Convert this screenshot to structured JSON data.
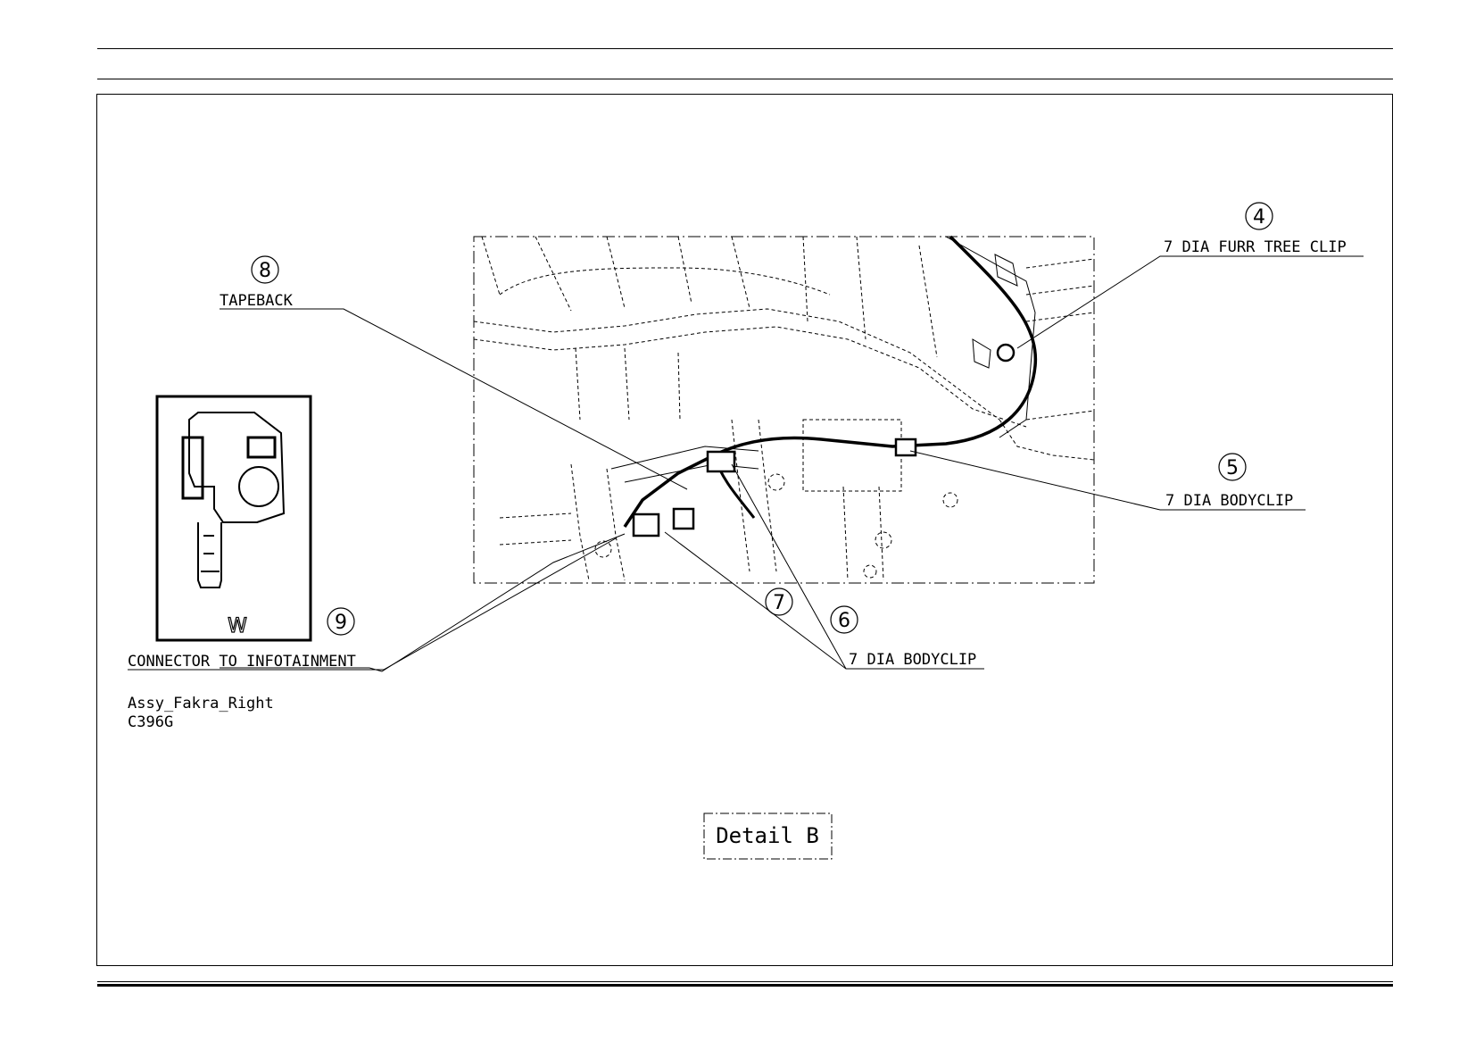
{
  "callouts": [
    {
      "number": "4",
      "label": "7 DIA FURR TREE CLIP"
    },
    {
      "number": "5",
      "label": "7 DIA BODYCLIP"
    },
    {
      "number": "6",
      "label": "7 DIA BODYCLIP"
    },
    {
      "number": "7",
      "label": ""
    },
    {
      "number": "8",
      "label": "TAPEBACK"
    },
    {
      "number": "9",
      "label": "CONNECTOR TO INFOTAINMENT"
    }
  ],
  "connector": {
    "color_code": "W",
    "assembly_name": "Assy_Fakra_Right",
    "connector_id": "C396G"
  },
  "detail_label": "Detail B"
}
